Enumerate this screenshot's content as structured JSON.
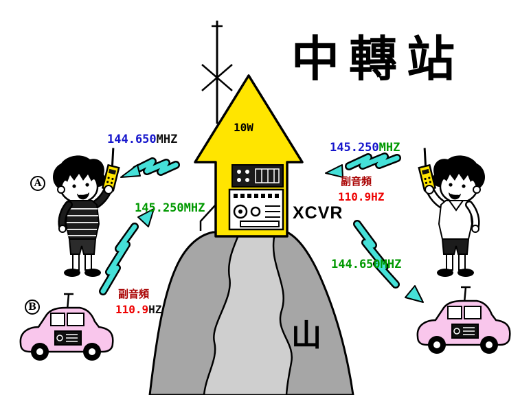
{
  "title": "中轉站",
  "station": {
    "power_label": "10W",
    "xcvr_label": "XCVR",
    "mountain_label": "山"
  },
  "markers": {
    "a": "A",
    "b": "B"
  },
  "signals": {
    "left_downlink": {
      "value": "144.650",
      "unit": "MHZ"
    },
    "left_uplink": {
      "value": "145.250",
      "unit": "MHZ"
    },
    "left_tone": {
      "name": "副音頻",
      "value": "110.9",
      "unit": "HZ"
    },
    "right_uplink": {
      "value": "145.250",
      "unit": "MHZ"
    },
    "right_tone": {
      "name": "副音頻",
      "value": "110.9",
      "unit": "HZ"
    },
    "right_downlink": {
      "value": "144.650",
      "unit": "MHZ"
    }
  },
  "colors": {
    "frequency_blue": "#1616CC",
    "frequency_green": "#009900",
    "tone_red": "#EE0000",
    "tone_dark_red": "#A80000",
    "signal_bolt_cyan": "#45E0D8",
    "repeater_yellow": "#FFE500",
    "car_pink": "#F9C6EC",
    "mountain_gray": "#A6A6A6"
  }
}
